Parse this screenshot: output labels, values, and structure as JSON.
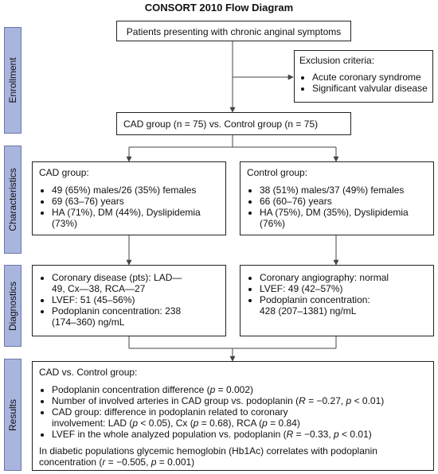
{
  "title": "CONSORT 2010 Flow Diagram",
  "sidebar": {
    "enrollment": "Enrollment",
    "characteristics": "Characteristics",
    "diagnostics": "Diagnostics",
    "results": "Results"
  },
  "enrollment": {
    "patients": "Patients presenting with chronic anginal symptoms",
    "exclusion_title": "Exclusion criteria:",
    "exclusion_items": [
      "Acute coronary syndrome",
      "Significant valvular disease"
    ],
    "groups": "CAD group (n = 75) vs. Control group (n = 75)"
  },
  "characteristics": {
    "cad_title": "CAD group:",
    "cad_items": [
      "49 (65%) males/26 (35%) females",
      "69 (63–76) years",
      "HA (71%), DM (44%), Dyslipidemia (73%)"
    ],
    "control_title": "Control group:",
    "control_items": [
      "38 (51%) males/37 (49%) females",
      "66 (60–76) years",
      "HA (75%), DM (35%), Dyslipidemia (76%)"
    ]
  },
  "diagnostics": {
    "cad_items": [
      "Coronary disease (pts): LAD—49, Cx—38, RCA—27",
      "LVEF: 51 (45–56%)",
      "Podoplanin concentration: 238 (174–360) ng/mL"
    ],
    "control_items": [
      "Coronary angiography: normal",
      "LVEF: 49 (42–57%)",
      "Podoplanin concentration: 428 (207–1381) ng/mL"
    ]
  },
  "results": {
    "title": "CAD vs. Control group:",
    "item1_a": "Podoplanin concentration difference (",
    "item1_p": "p",
    "item1_b": " = 0.002)",
    "item2_a": "Number of involved arteries in CAD group vs. podoplanin (",
    "item2_R": "R",
    "item2_b": " = −0.27, ",
    "item2_p": "p",
    "item2_c": " < 0.01)",
    "item3_a": "CAD group: difference in podoplanin related to coronary involvement: LAD (",
    "item3_p1": "p",
    "item3_b": " < 0.05), Cx (",
    "item3_p2": "p",
    "item3_c": " = 0.68), RCA (",
    "item3_p3": "p",
    "item3_d": " = 0.84)",
    "item4_a": "LVEF in the whole analyzed population vs. podoplanin (",
    "item4_R": "R",
    "item4_b": " = −0.33, ",
    "item4_p": "p",
    "item4_c": " < 0.01)",
    "note_a": "In diabetic populations glycemic hemoglobin (Hb1Ac) correlates with podoplanin concentration (",
    "note_r": "r",
    "note_b": " = −0.505, ",
    "note_p": "p",
    "note_c": " = 0.001)"
  },
  "colors": {
    "sidebar_fill": "#a9b5dd",
    "sidebar_border": "#6b76a6",
    "line": "#444444"
  }
}
